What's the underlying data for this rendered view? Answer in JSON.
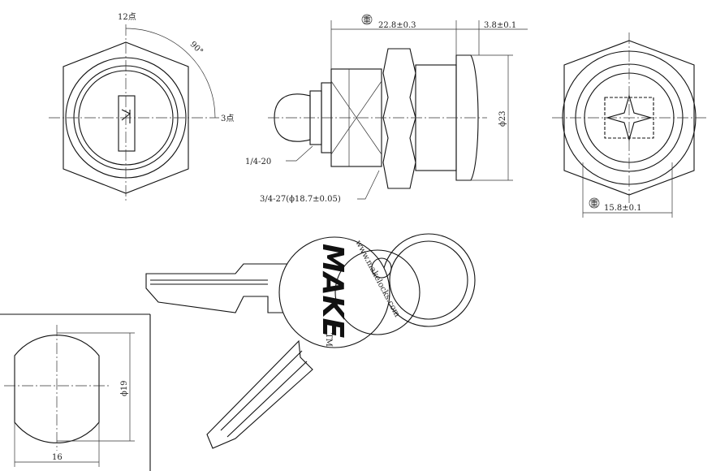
{
  "front_view": {
    "label_top": "12点",
    "label_angle": "90°",
    "label_right": "3点"
  },
  "side_view": {
    "dim_length": "22.8±0.3",
    "dim_flange": "3.8±0.1",
    "dim_diameter": "ϕ23",
    "thread_small": "1/4-20",
    "thread_large": "3/4-27(ϕ18.7±0.05)",
    "critical_mark": "重"
  },
  "rear_view": {
    "dim_width": "15.8±0.1",
    "critical_mark": "重"
  },
  "key": {
    "logo": "MAKE",
    "trademark": "TM",
    "website": "www.makelocks.com"
  },
  "cam_view": {
    "dim_diameter": "ϕ19",
    "dim_width": "16"
  }
}
